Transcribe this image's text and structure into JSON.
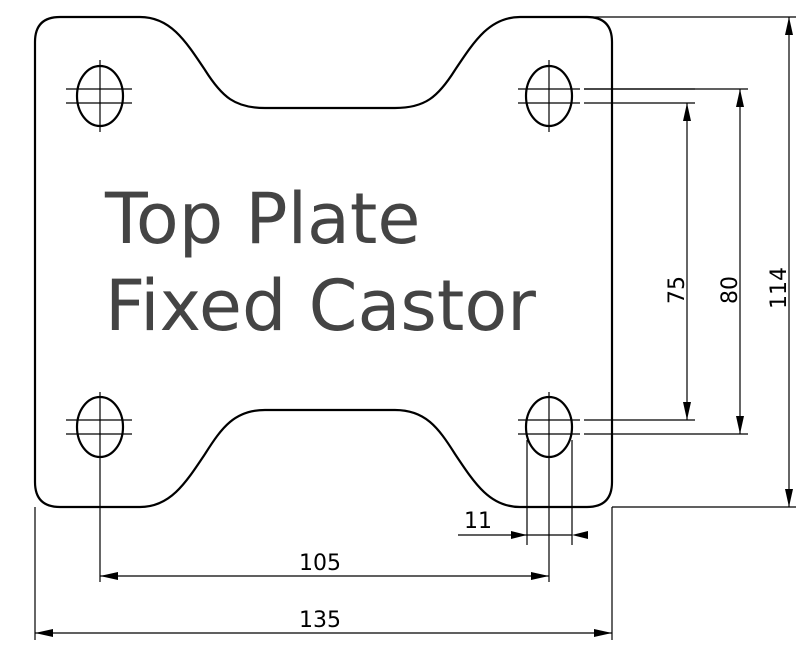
{
  "title": {
    "line1": "Top Plate",
    "line2": "Fixed Castor"
  },
  "dimensions": {
    "hole_spacing_vertical_1": "75",
    "hole_spacing_vertical_2": "80",
    "plate_height": "114",
    "slot_width": "11",
    "hole_spacing_horizontal": "105",
    "plate_width": "135"
  },
  "colors": {
    "title_text": "#444444",
    "lines": "#000000",
    "background": "#ffffff"
  }
}
